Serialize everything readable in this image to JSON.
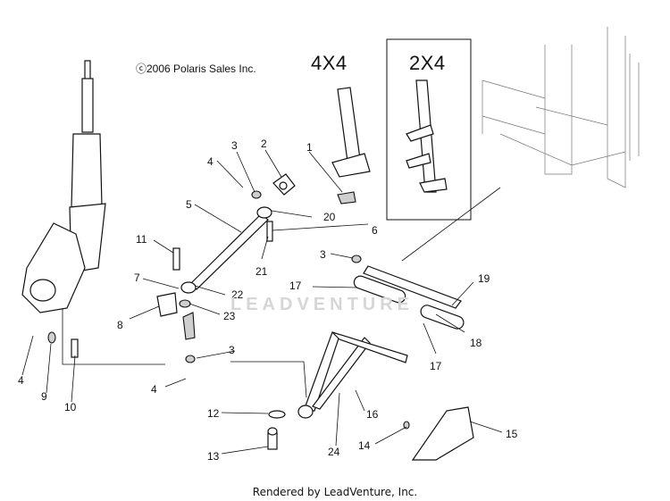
{
  "copyright": "ⓒ2006 Polaris Sales Inc.",
  "variants": {
    "four_by_four": "4X4",
    "two_by_four": "2X4"
  },
  "watermark": "LEADVENTURE",
  "footer": "Rendered by LeadVenture, Inc.",
  "callouts": {
    "c1": "1",
    "c2": "2",
    "c3a": "3",
    "c3b": "3",
    "c3c": "3",
    "c4a": "4",
    "c4b": "4",
    "c4c": "4",
    "c5": "5",
    "c6": "6",
    "c7": "7",
    "c8": "8",
    "c9": "9",
    "c10": "10",
    "c11": "11",
    "c12": "12",
    "c13": "13",
    "c14": "14",
    "c15": "15",
    "c16": "16",
    "c17a": "17",
    "c17b": "17",
    "c18": "18",
    "c19": "19",
    "c20": "20",
    "c21": "21",
    "c22": "22",
    "c23": "23",
    "c24": "24"
  }
}
